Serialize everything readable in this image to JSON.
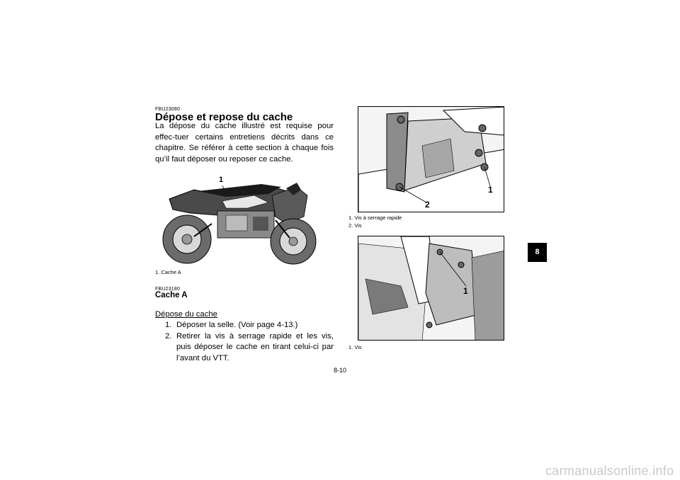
{
  "doc": {
    "code1": "FBU23080",
    "title": "Dépose et repose du cache",
    "intro": "La dépose du cache illustré est requise pour effec-tuer certains entretiens décrits dans ce chapitre. Se référer à cette section à chaque fois qu’il faut déposer ou reposer ce cache.",
    "fig1_callout": "1",
    "fig1_caption": "1. Cache A",
    "code2": "FBU23180",
    "subtitle": "Cache A",
    "procedure_heading": "Dépose du cache",
    "steps": [
      {
        "num": "1.",
        "text": "Déposer la selle. (Voir page 4-13.)"
      },
      {
        "num": "2.",
        "text": "Retirer la vis à serrage rapide et les vis, puis déposer le cache en tirant celui-ci par l’avant du VTT."
      }
    ],
    "fig2_callout_1": "1",
    "fig2_callout_2": "2",
    "fig2_caption_1": "1. Vis à serrage rapide",
    "fig2_caption_2": "2. Vis",
    "fig3_callout": "1",
    "fig3_caption": "1. Vis",
    "page_number": "8-10",
    "chapter_tab": "8"
  },
  "watermark": "carmanualsonline.info"
}
